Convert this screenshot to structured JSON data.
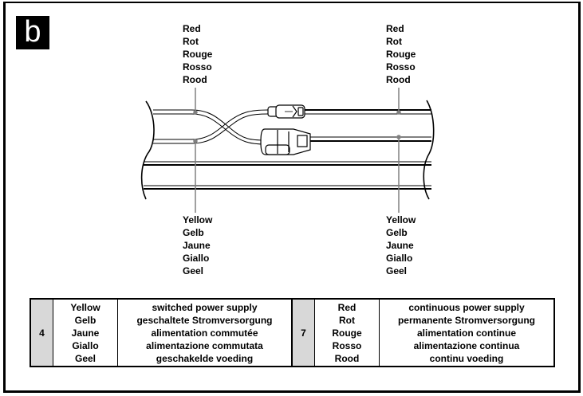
{
  "figure": {
    "badge": "b"
  },
  "labels": {
    "top_left": [
      "Red",
      "Rot",
      "Rouge",
      "Rosso",
      "Rood"
    ],
    "top_right": [
      "Red",
      "Rot",
      "Rouge",
      "Rosso",
      "Rood"
    ],
    "bottom_left": [
      "Yellow",
      "Gelb",
      "Jaune",
      "Giallo",
      "Geel"
    ],
    "bottom_right": [
      "Yellow",
      "Gelb",
      "Jaune",
      "Giallo",
      "Geel"
    ]
  },
  "legend": [
    {
      "number": "4",
      "colors": [
        "Yellow",
        "Gelb",
        "Jaune",
        "Giallo",
        "Geel"
      ],
      "description": [
        "switched power supply",
        "geschaltete Stromversorgung",
        "alimentation commutée",
        "alimentazione commutata",
        "geschakelde voeding"
      ]
    },
    {
      "number": "7",
      "colors": [
        "Red",
        "Rot",
        "Rouge",
        "Rosso",
        "Rood"
      ],
      "description": [
        "continuous power supply",
        "permanente Stromversorgung",
        "alimentation continue",
        "alimentazione continua",
        "continu voeding"
      ]
    }
  ],
  "style": {
    "line_color": "#000000",
    "leader_color": "#808080",
    "legend_number_bg": "#d8d8d8"
  }
}
